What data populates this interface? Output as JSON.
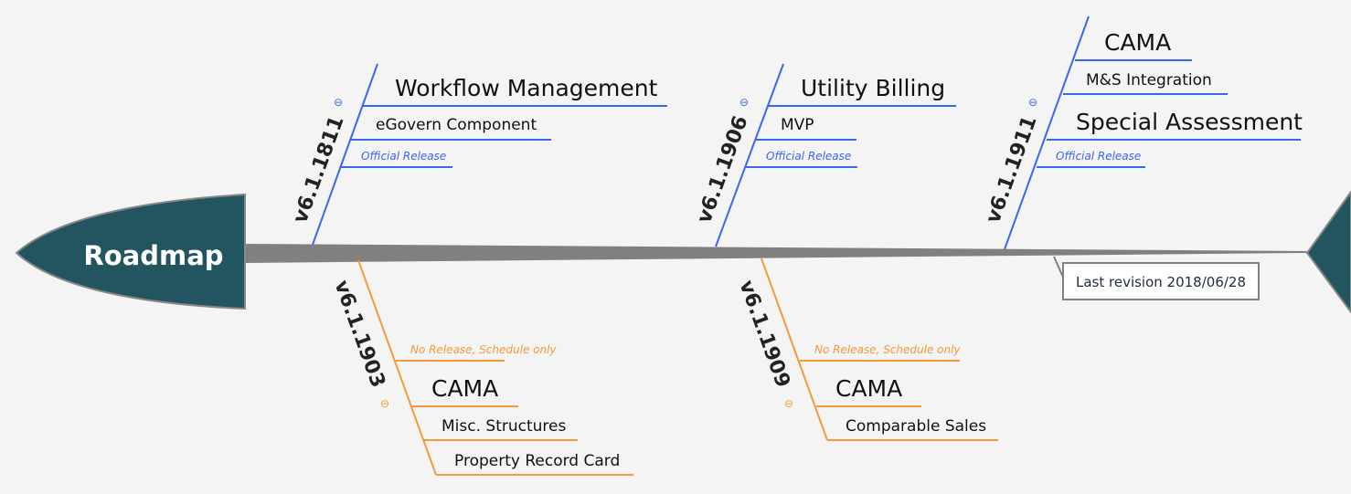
{
  "title": "Roadmap",
  "revision_note": "Last revision 2018/06/28",
  "colors": {
    "head": "#235561",
    "top_branch": "#3a66f0",
    "bottom_branch": "#f39a3b",
    "spine": "#808080"
  },
  "branches": [
    {
      "version": "v6.1.1811",
      "items": [
        "Workflow Management",
        "eGovern Component"
      ],
      "note": "Official Release"
    },
    {
      "version": "v6.1.1906",
      "items": [
        "Utility Billing",
        "MVP"
      ],
      "note": "Official Release"
    },
    {
      "version": "v6.1.1911",
      "items": [
        "CAMA",
        "M&S Integration",
        "Special Assessment"
      ],
      "note": "Official Release"
    },
    {
      "version": "v6.1.1903",
      "note": "No Release, Schedule only",
      "items": [
        "CAMA",
        "Misc. Structures",
        "Property Record Card"
      ]
    },
    {
      "version": "v6.1.1909",
      "note": "No Release, Schedule only",
      "items": [
        "CAMA",
        "Comparable Sales"
      ]
    }
  ],
  "collapse_symbol": "⊖"
}
